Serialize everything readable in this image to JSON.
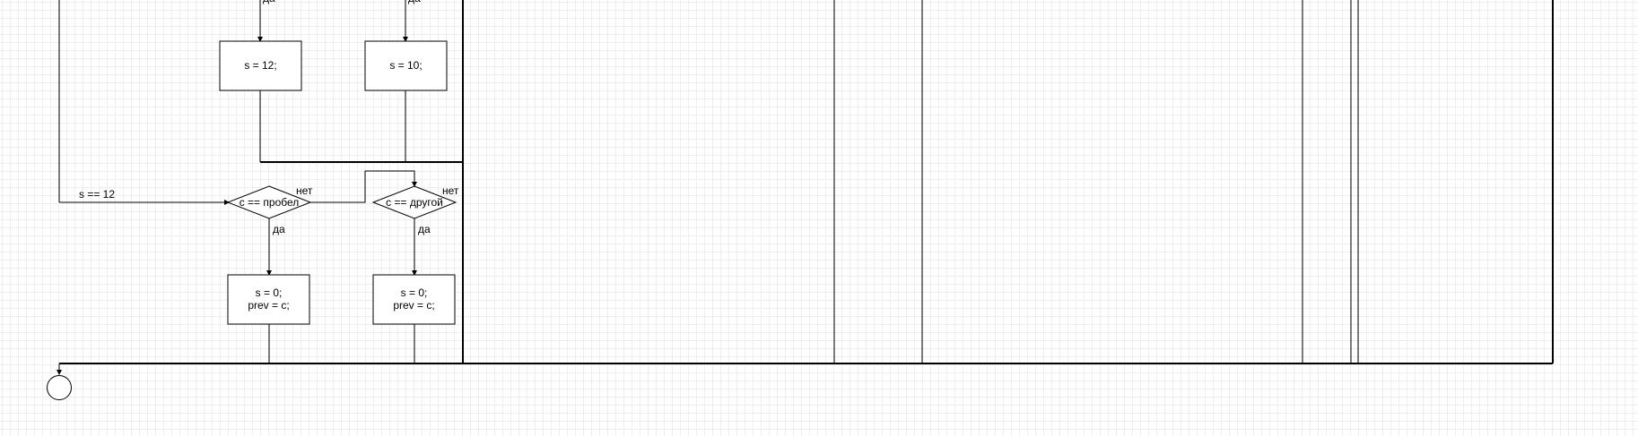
{
  "diagram": {
    "nodes": {
      "assign_s12": "s = 12;",
      "assign_s10": "s = 10;",
      "decision_space": "c == пробел",
      "decision_other": "c == другой",
      "reset_left_line1": "s = 0;",
      "reset_left_line2": "prev = c;",
      "reset_right_line1": "s = 0;",
      "reset_right_line2": "prev = c;"
    },
    "labels": {
      "condition_s12": "s == 12",
      "no_left": "нет",
      "no_right": "нет",
      "yes_left": "да",
      "yes_right": "да",
      "yes_top_left": "да",
      "yes_top_right": "да"
    }
  }
}
